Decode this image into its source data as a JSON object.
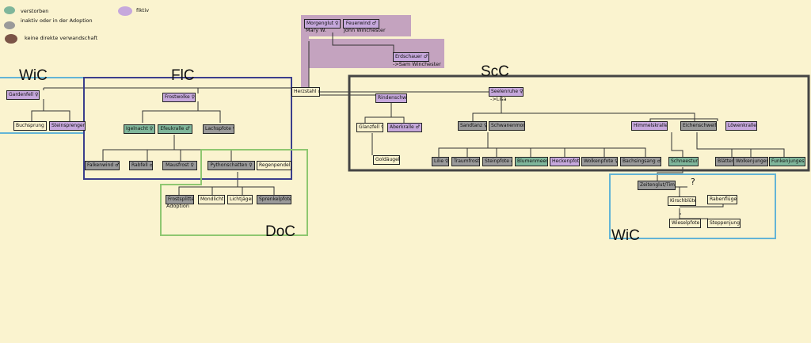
{
  "legend": {
    "deceased": "verstorben",
    "inactive": "inaktiv oder in der Adoption",
    "no_relation": "keine direkte verwandschaft",
    "fictional": "fiktiv"
  },
  "groups": {
    "wic_left": "WiC",
    "flc": "FlC",
    "scc": "ScC",
    "doc": "DoC",
    "wic_right": "WiC"
  },
  "notes": {
    "mary": "Mary W.",
    "john": "John Winchester",
    "sam": "->Sam Winchester",
    "lisa": "->Lisa",
    "adoption": "Adoption",
    "unknown": "?"
  },
  "nodes": {
    "morgenglut": "Morgenglut ♀",
    "feuerwind": "Feuerwind ♂",
    "erdschauer": "Erdschauer ♂",
    "herzstahl": "Herzstahl ♂",
    "gardenfell": "Gardenfell ♀",
    "buchsprung": "Buchsprung ♂",
    "steinsprenger": "Steinsprenger ♂",
    "frostwolke": "Frostwolke ♀",
    "igelnacht": "Igelnacht ♀",
    "efeukralle": "Efeukralle ♂",
    "lachspfote": "Lachspfote ♀",
    "falkenwind": "Falkenwind ♂",
    "rabfell": "Rabfell ♂",
    "mausfrost": "Mausfrost ♀",
    "pythonschatten": "Pythonschatten ♀",
    "regenpendel": "Regenpendel ♂",
    "frostsplitter": "Frostsplitter ♀",
    "mondlicht": "Mondlicht ♀",
    "lichtjager": "Lichtjäger ♂",
    "sprenkelpfote": "Sprenkelpfote ♀",
    "rindenschwarz": "Rindenschwarz ♂",
    "glanzfell": "Glanzfell ♀",
    "aberkralle": "Aberkralle ♂",
    "goldaugel": "Goldäugel ♂",
    "seelenruhe": "Seelenruhe ♀",
    "sandtanz": "Sandtanz ♀",
    "schwanenmond": "Schwanenmond ♂",
    "lilie": "Lilie ♀",
    "traumfrost": "Traumfrost ♀",
    "steinpfote": "Steinpfote ♂",
    "blumenmeer": "Blumenmeer ♀",
    "heckenpfote": "Heckenpfote ♀",
    "wolkenpfote": "Wolkenpfote ♀",
    "bachsingsang": "Bachsingsang ♂",
    "himmelskralle": "Himmelskralle ♂",
    "eichenschweif": "Eichenschweif ♀",
    "lowenkralle": "Löwenkralle ♂",
    "schneesturm": "Schneesturm ♀",
    "blatterjunges": "Blätterjunges ♂",
    "wolkenjunges": "Wolkenjunges ♂",
    "funkenjunges": "Funkenjunges ♂",
    "zeitenglut": "Zeitenglut/Time ♀",
    "kirschblute": "Kirschblüte ♀",
    "rabenflugel": "Rabenflügel ♂",
    "wieselpfote": "Wieselpfote ♂",
    "steppenjunges": "Steppenjunges ♂"
  },
  "colors": {
    "background": "#faf3cf",
    "deceased": "#7fb69b",
    "inactive": "#9a9a9a",
    "no_relation": "#7b5447",
    "fictional": "#c6a8dc",
    "plain": "#faf3cf",
    "mauve_band": "#c4a3bf",
    "wic": "#63b4d6",
    "flc": "#3b3e8c",
    "scc": "#444444",
    "doc": "#8ec770"
  }
}
